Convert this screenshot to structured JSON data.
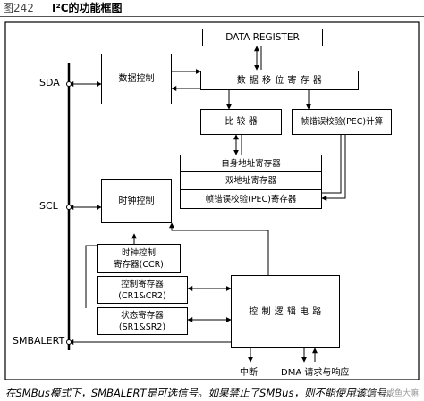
{
  "caption": {
    "fig_number": "图242",
    "title": "I²C的功能框图"
  },
  "pins": {
    "sda": "SDA",
    "scl": "SCL",
    "smbalert": "SMBALERT"
  },
  "blocks": {
    "data_register": "DATA REGISTER",
    "data_control": "数据控制",
    "data_shift_register": "数 据 移 位 寄 存 器",
    "comparator": "比 较 器",
    "pec_calc": "帧错误校验(PEC)计算",
    "own_address_register": "自身地址寄存器",
    "dual_address_register": "双地址寄存器",
    "pec_register": "帧错误校验(PEC)寄存器",
    "clock_control": "时钟控制",
    "ccr_line1": "时钟控制",
    "ccr_line2": "寄存器(CCR)",
    "cr_line1": "控制寄存器",
    "cr_line2": "(CR1&CR2)",
    "sr_line1": "状态寄存器",
    "sr_line2": "(SR1&SR2)",
    "control_logic": "控 制 逻 辑 电 路"
  },
  "outputs": {
    "interrupt": "中断",
    "dma": "DMA 请求与响应"
  },
  "footnote": "在SMBus模式下，SMBALERT是可选信号。如果禁止了SMBus，则不能使用该信号。",
  "watermark": "CSDN @咸鱼大嘛"
}
